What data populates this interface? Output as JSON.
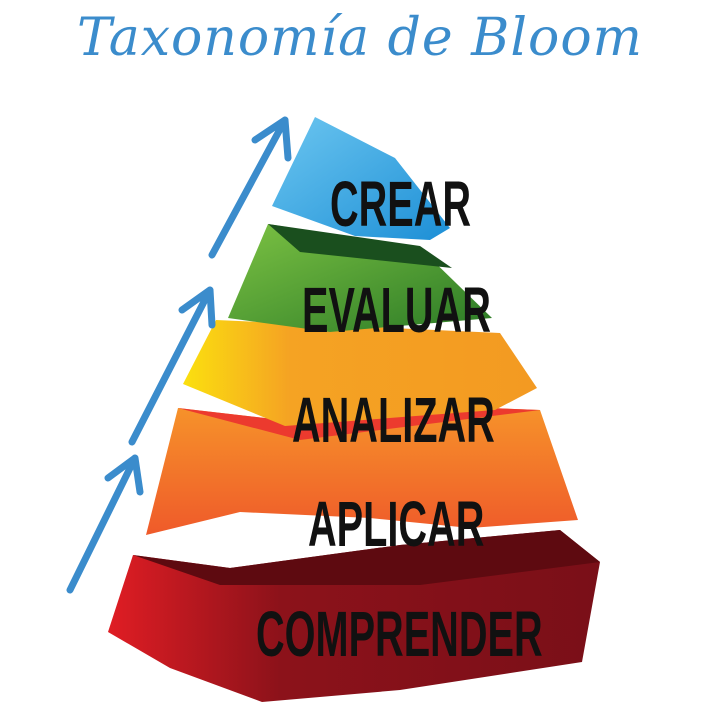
{
  "title": "Taxonomía de Bloom",
  "levels": [
    {
      "label": "CREAR",
      "color": "#29a3e0"
    },
    {
      "label": "EVALUAR",
      "color": "#3f9a2e"
    },
    {
      "label": "ANALIZAR",
      "color": "#f39a22"
    },
    {
      "label": "APLICAR",
      "color": "#f26b2a"
    },
    {
      "label": "COMPRENDER",
      "color": "#7e1018"
    }
  ],
  "arrow_color": "#3b8ccc"
}
